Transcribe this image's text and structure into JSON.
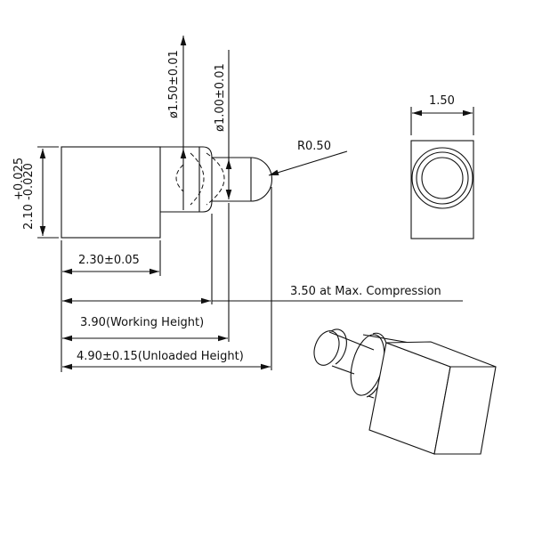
{
  "dims": {
    "height_main": "2.10",
    "height_tol_plus": "+0.025",
    "height_tol_minus": "-0.020",
    "dia_flange": "ø1.50±0.01",
    "dia_plunger": "ø1.00±0.01",
    "radius": "R0.50",
    "body_length": "2.30±0.05",
    "max_compression": "3.50 at Max. Compression",
    "working_height": "3.90(Working Height)",
    "unloaded_height": "4.90±0.15(Unloaded Height)",
    "end_width": "1.50"
  }
}
